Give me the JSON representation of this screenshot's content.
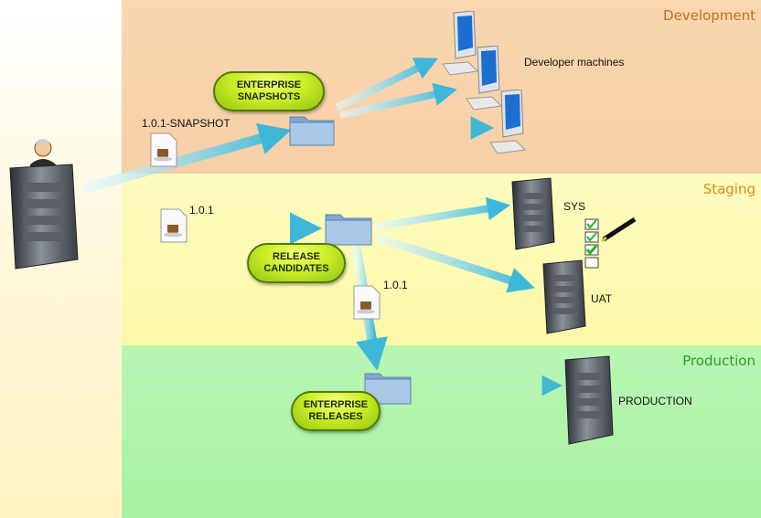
{
  "bands": {
    "development": "Development",
    "staging": "Staging",
    "production": "Production"
  },
  "pills": {
    "enterprise_snapshots": "ENTERPRISE\nSNAPSHOTS",
    "release_candidates": "RELEASE\nCANDIDATES",
    "enterprise_releases": "ENTERPRISE\nRELEASES"
  },
  "artifacts": {
    "snapshot_version": "1.0.1-SNAPSHOT",
    "release_version": "1.0.1",
    "promoted_version": "1.0.1"
  },
  "targets": {
    "developer_machines": "Developer machines",
    "sys": "SYS",
    "uat": "UAT",
    "production": "PRODUCTION"
  },
  "colors": {
    "arrow": "#4fc3de",
    "pill": "#cdef28",
    "folder": "#8fb7dd",
    "development_label": "#c0701c",
    "staging_label": "#e08a10",
    "production_label": "#2e9b2e"
  }
}
